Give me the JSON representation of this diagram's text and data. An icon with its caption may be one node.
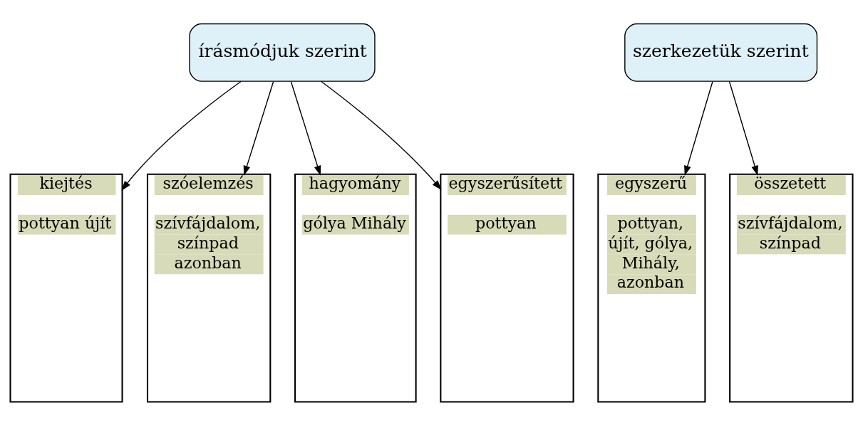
{
  "diagram": {
    "nodes": [
      {
        "text": [
          "írásmódjuk szerint"
        ]
      },
      {
        "text": [
          "szerkezetük szerint"
        ]
      },
      {
        "text": [
          "kiejtés",
          "pottyan újít"
        ]
      },
      {
        "text": [
          "szóelemzés",
          "szívfájdalom, színpad azonban"
        ]
      },
      {
        "text": [
          "hagyomány",
          "gólya Mihály"
        ]
      },
      {
        "text": [
          "egyszerűsített",
          "pottyan"
        ]
      },
      {
        "text": [
          "egyszerű",
          "pottyan, újít, gólya, Mihály, azonban"
        ]
      },
      {
        "text": [
          "összetett",
          "szívfájdalom, színpad"
        ]
      }
    ],
    "edges": [
      {
        "from": 0,
        "to": 2,
        "arrow": "to"
      },
      {
        "from": 0,
        "to": 3,
        "arrow": "to"
      },
      {
        "from": 0,
        "to": 4,
        "arrow": "to"
      },
      {
        "from": 0,
        "to": 5,
        "arrow": "to"
      },
      {
        "from": 1,
        "to": 6,
        "arrow": "to"
      },
      {
        "from": 1,
        "to": 7,
        "arrow": "to"
      }
    ]
  }
}
